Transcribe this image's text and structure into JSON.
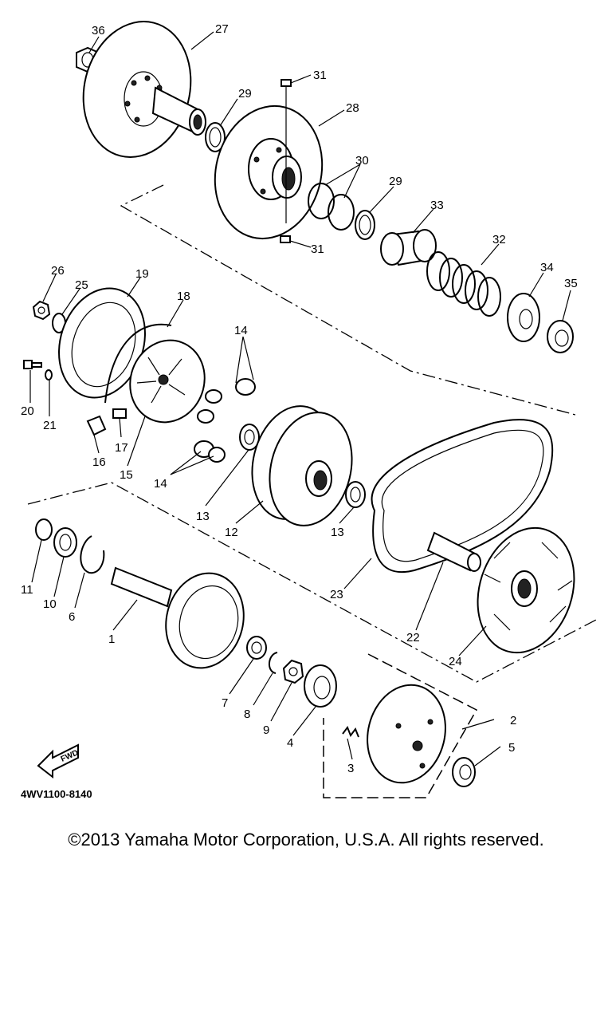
{
  "diagram": {
    "code": "4WV1100-8140",
    "fwd_label": "FWD",
    "callouts": {
      "c1": "1",
      "c2": "2",
      "c3": "3",
      "c4": "4",
      "c5": "5",
      "c6": "6",
      "c7": "7",
      "c8": "8",
      "c9": "9",
      "c10": "10",
      "c11": "11",
      "c12": "12",
      "c13a": "13",
      "c13b": "13",
      "c14a": "14",
      "c14b": "14",
      "c15": "15",
      "c16": "16",
      "c17": "17",
      "c18": "18",
      "c19": "19",
      "c20": "20",
      "c21": "21",
      "c22": "22",
      "c23": "23",
      "c24": "24",
      "c25": "25",
      "c26": "26",
      "c27": "27",
      "c28": "28",
      "c29a": "29",
      "c29b": "29",
      "c30": "30",
      "c31a": "31",
      "c31b": "31",
      "c32": "32",
      "c33": "33",
      "c34": "34",
      "c35": "35",
      "c36": "36"
    }
  },
  "footer": {
    "copyright": "©2013 Yamaha Motor Corporation, U.S.A. All rights reserved."
  }
}
